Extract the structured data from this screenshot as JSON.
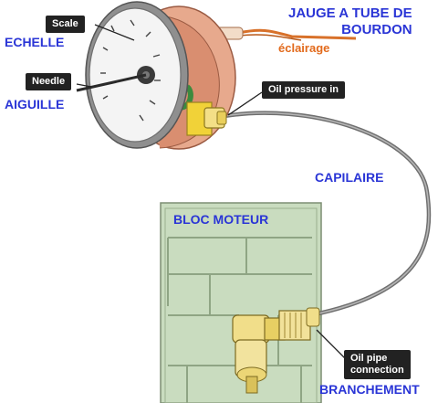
{
  "labels": {
    "jauge_title": "JAUGE A TUBE DE\nBOURDON",
    "eclairage": "éclairage",
    "echelle": "ECHELLE",
    "aiguille": "AIGUILLE",
    "capilaire": "CAPILAIRE",
    "bloc_moteur": "BLOC MOTEUR",
    "branchement": "BRANCHEMENT"
  },
  "callouts": {
    "scale": "Scale",
    "needle": "Needle",
    "oil_pressure_in": "Oil pressure in",
    "oil_pipe_connection": "Oil pipe\nconnection"
  },
  "colors": {
    "french_labels": "#2a35d6",
    "eclairage": "#e26a1c",
    "engine_block": "#c9dcbf",
    "gauge_body": "#e7a98d",
    "callout_bg": "#222222"
  }
}
